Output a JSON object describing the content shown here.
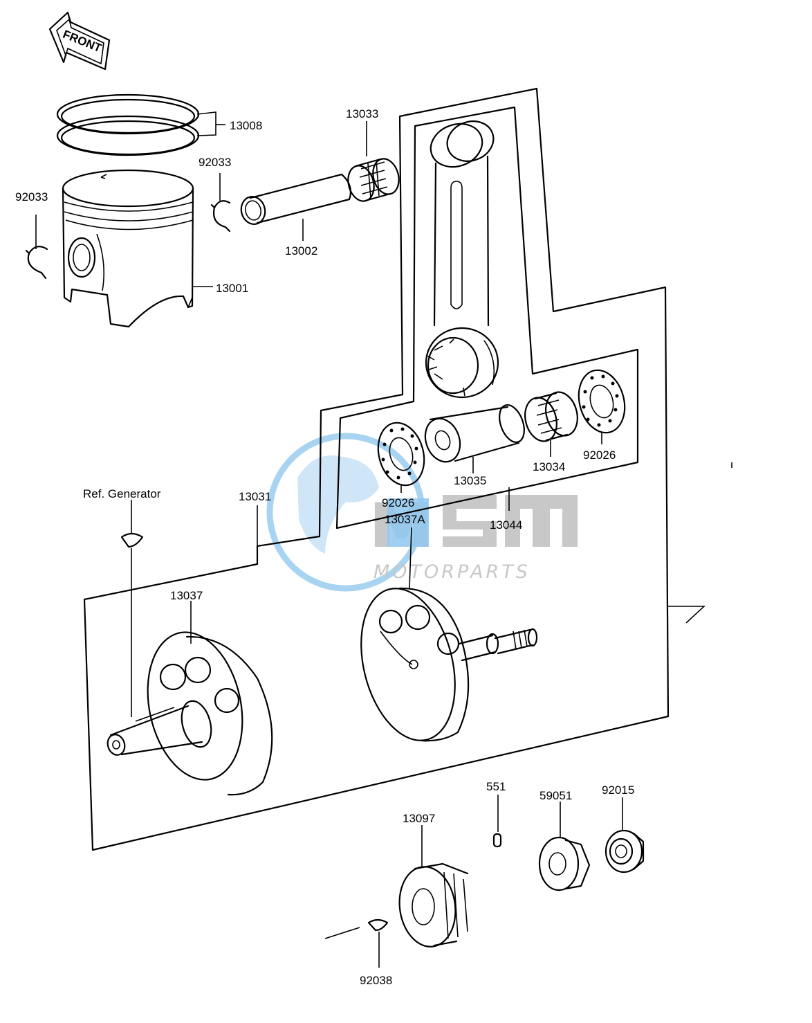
{
  "front_badge": "FRONT",
  "reference": "Ref. Generator",
  "watermark": {
    "brand": "MOTORPARTS",
    "logo_color": "#8fc8ef",
    "text_color": "#c8c8c8"
  },
  "parts": {
    "p13008": "13008",
    "p92033a": "92033",
    "p92033b": "92033",
    "p13033": "13033",
    "p13002": "13002",
    "p13001": "13001",
    "p13031": "13031",
    "p92026a": "92026",
    "p13035": "13035",
    "p13034": "13034",
    "p92026b": "92026",
    "p13044": "13044",
    "p13037A": "13037A",
    "p13037": "13037",
    "p551": "551",
    "p59051": "59051",
    "p92015": "92015",
    "p13097": "13097",
    "p92038": "92038"
  }
}
